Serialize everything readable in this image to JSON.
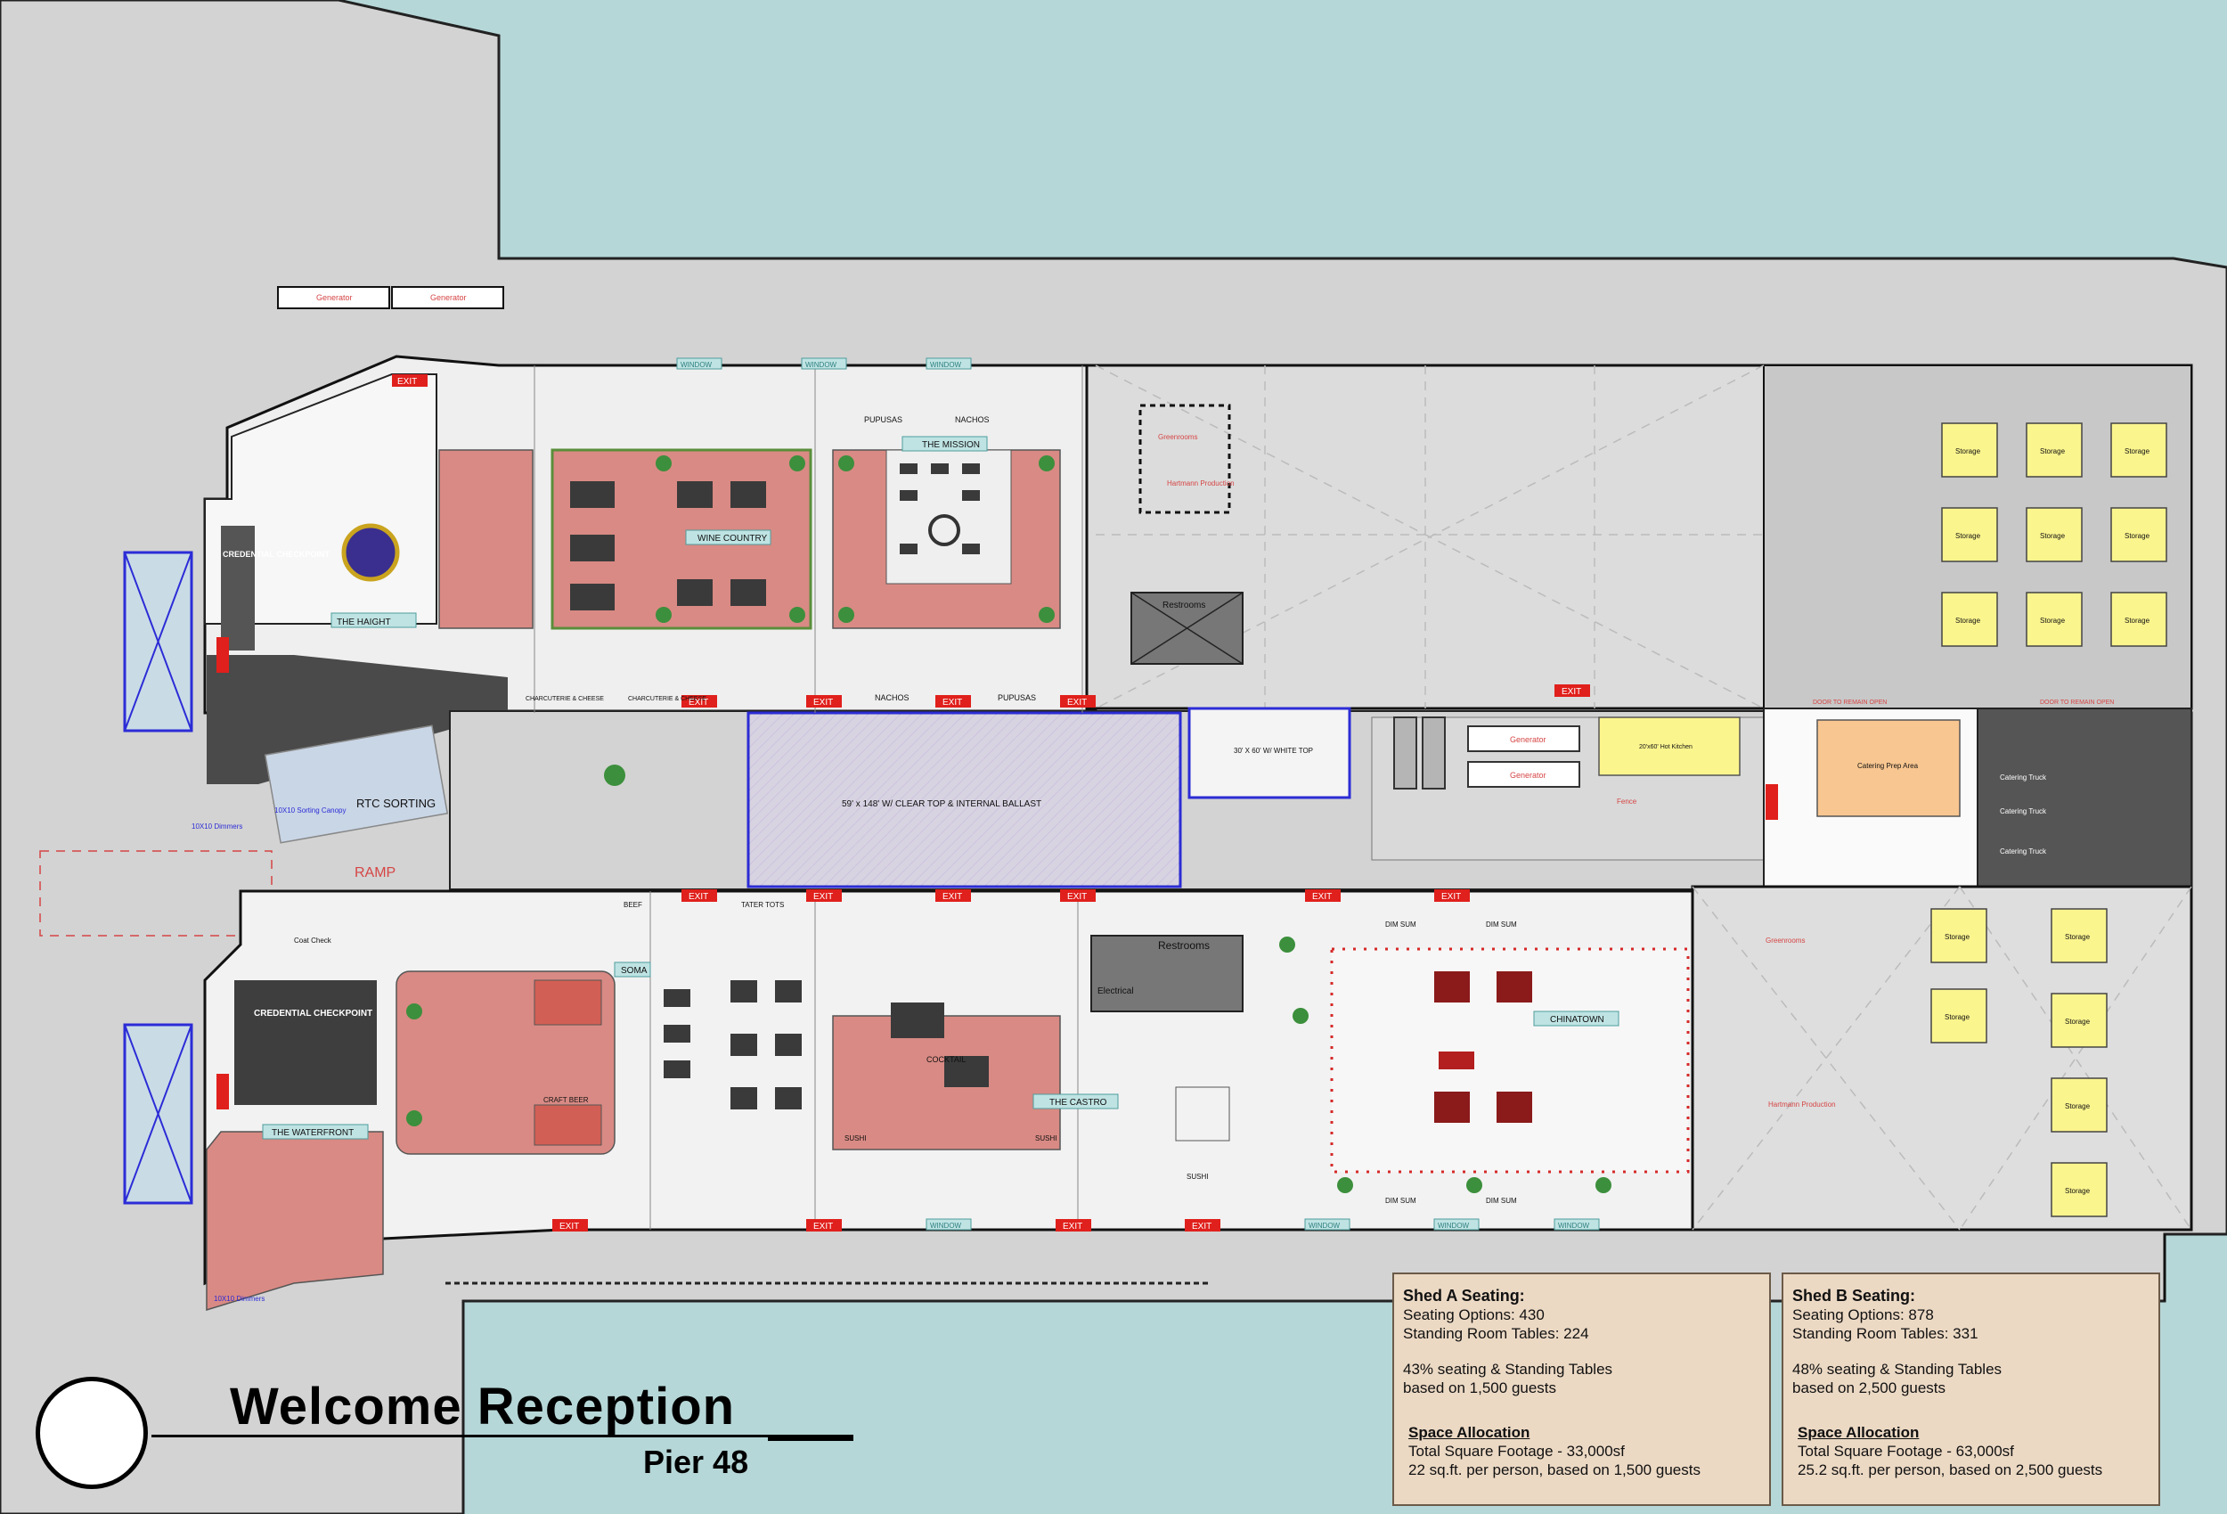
{
  "labels": {
    "credential_1": "CREDENTIAL CHECKPOINT",
    "credential_2": "CREDENTIAL CHECKPOINT",
    "haight": "THE HAIGHT",
    "mission": "THE MISSION",
    "wine_country": "WINE COUNTRY",
    "castro": "THE CASTRO",
    "chinatown": "CHINATOWN",
    "soma": "SOMA",
    "waterfront": "THE WATERFRONT",
    "rtc_sorting": "RTC SORTING",
    "ramp": "RAMP",
    "restrooms": "Restrooms",
    "generator": "Generator",
    "storage": "Storage",
    "catering_truck": "Catering Truck",
    "catering_prep": "Catering Prep Area",
    "hot_kitchen": "20'x60' Hot Kitchen",
    "exit": "EXIT",
    "window": "WINDOW",
    "nachos": "NACHOS",
    "pupusas": "PUPUSAS",
    "clear_top": "59' x 148' W/ CLEAR TOP & INTERNAL BALLAST",
    "white_top": "30' X 60' W/ WHITE TOP",
    "greenroom": "Greenrooms",
    "hartmann": "Hartmann Production",
    "door_remain": "DOOR TO REMAIN OPEN",
    "dim_sum": "DIM SUM",
    "sushi": "SUSHI",
    "beef": "BEEF",
    "tater_tots": "TATER TOTS",
    "craft_beer": "CRAFT BEER",
    "cocktails": "COCKTAIL",
    "charcuterie": "CHARCUTERIE & CHEESE",
    "coat_check": "Coat Check",
    "electrical": "Electrical",
    "dimmers": "10X10 Dimmers",
    "sorting_canopy": "10X10 Sorting Canopy",
    "fence": "Fence"
  },
  "shed_a": {
    "heading": "Shed A Seating:",
    "seating_options": "Seating Options: 430",
    "standing_tables": "Standing Room Tables: 224",
    "pct_line": "43% seating & Standing Tables",
    "based_on": "based on 1,500 guests",
    "alloc_heading": "Space Allocation",
    "total_sqft": "Total Square Footage - 33,000sf",
    "per_person": "22 sq.ft. per person, based on 1,500 guests"
  },
  "shed_b": {
    "heading": "Shed B Seating:",
    "seating_options": "Seating Options: 878",
    "standing_tables": "Standing Room Tables: 331",
    "pct_line": "48% seating & Standing Tables",
    "based_on": "based on 2,500 guests",
    "alloc_heading": "Space Allocation",
    "total_sqft": "Total Square Footage - 63,000sf",
    "per_person": "25.2 sq.ft. per person, based on 2,500 guests"
  },
  "title": {
    "main": "Welcome Reception",
    "sub": "Pier 48"
  },
  "colors": {
    "water": "#b6d7d8",
    "pier": "#d3d3d3",
    "floor": "#f2f2f2",
    "lounge": "#d98a84",
    "storage": "#fbf58e",
    "exit": "#e0201c",
    "dark_area": "#555555",
    "tent": "#dcd4ec",
    "catering_prep": "#f8c690"
  }
}
